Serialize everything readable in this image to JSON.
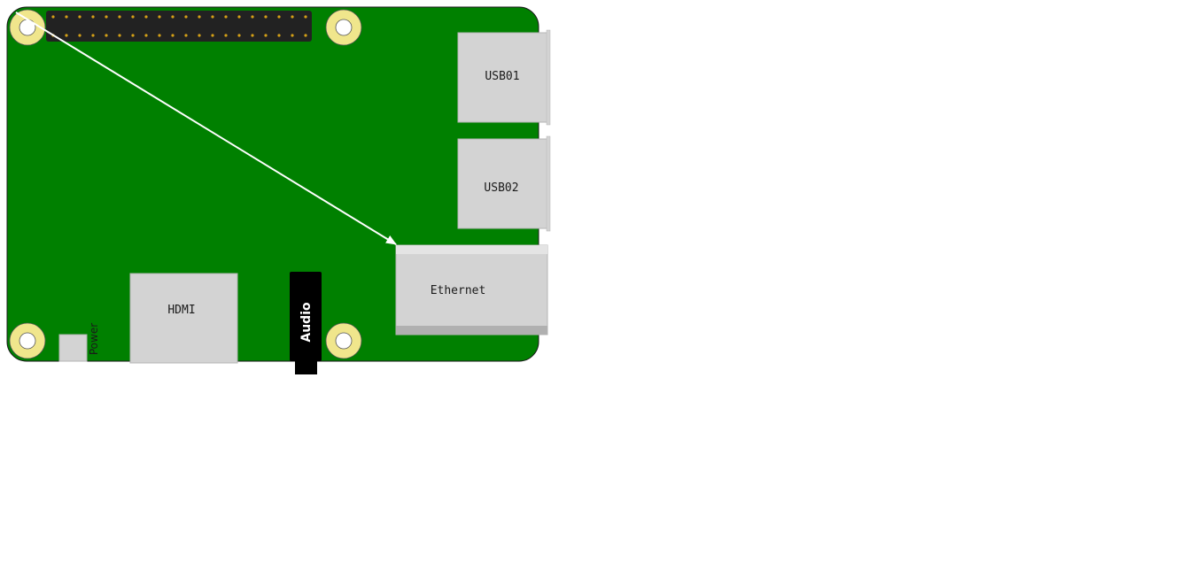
{
  "diagram": {
    "board": {
      "name": "raspberry-pi-board",
      "color": "#008000",
      "outline_color": "#1a1a1a"
    },
    "mounting_hole_color": "#f0e68c",
    "header_color": "#222222",
    "header_pin_color": "#d4a017",
    "port_color": "#d3d3d3",
    "audio_color": "#000000",
    "arrow_color": "#ffffff",
    "ports": {
      "usb01": "USB01",
      "usb02": "USB02",
      "ethernet": "Ethernet",
      "hdmi": "HDMI",
      "audio": "Audio",
      "power": "Power"
    }
  }
}
